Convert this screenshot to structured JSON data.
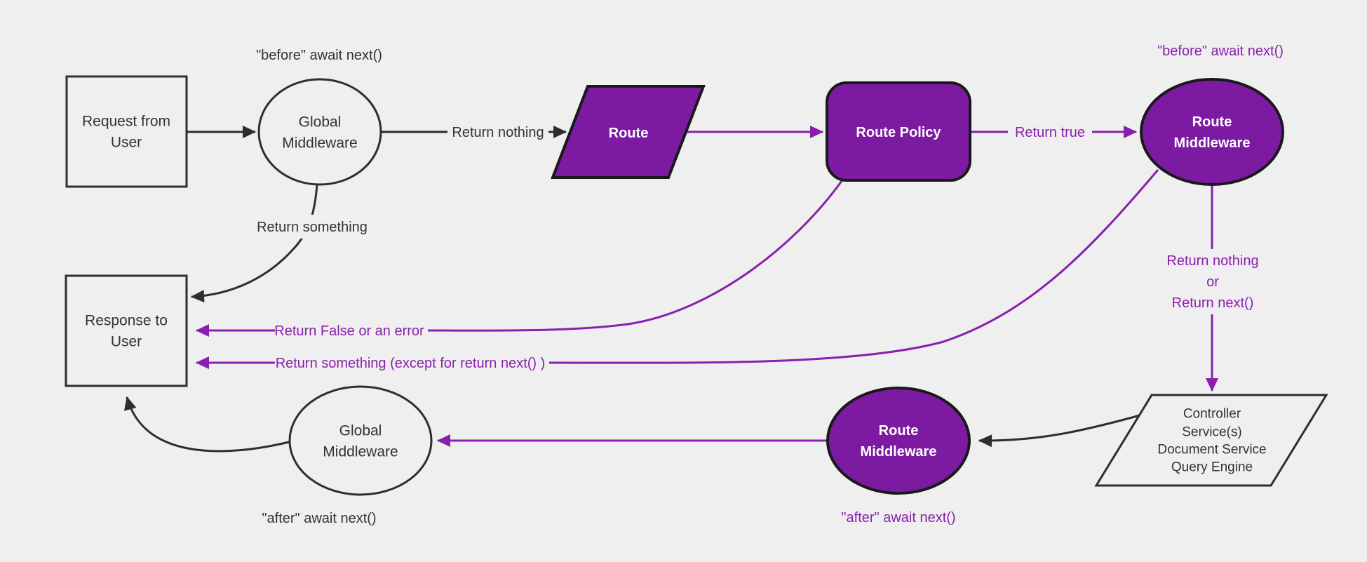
{
  "colors": {
    "background": "#efefef",
    "ink": "#2e2e2e",
    "ink_dark": "#191919",
    "text_dark": "#333333",
    "purple_fill": "#7d1aa2",
    "purple_line": "#8a1fae",
    "white_text": "#ffffff"
  },
  "nodes": {
    "request": {
      "lines": [
        "Request from",
        "User"
      ]
    },
    "global_middleware_top": {
      "lines": [
        "Global",
        "Middleware"
      ]
    },
    "route": {
      "label": "Route"
    },
    "route_policy": {
      "label": "Route Policy"
    },
    "route_middleware_top": {
      "lines": [
        "Route",
        "Middleware"
      ]
    },
    "controller_stack": {
      "lines": [
        "Controller",
        "Service(s)",
        "Document Service",
        "Query Engine"
      ]
    },
    "route_middleware_bottom": {
      "lines": [
        "Route",
        "Middleware"
      ]
    },
    "global_middleware_bottom": {
      "lines": [
        "Global",
        "Middleware"
      ]
    },
    "response": {
      "lines": [
        "Response to",
        "User"
      ]
    }
  },
  "labels": {
    "before_await_global": "\"before\" await next()",
    "before_await_route": "\"before\" await next()",
    "after_await_route": "\"after\" await next()",
    "after_await_global": "\"after\" await next()",
    "return_nothing": "Return nothing",
    "return_true": "Return true",
    "return_something": "Return something",
    "return_nothing_or_next": {
      "lines": [
        "Return nothing",
        "or",
        "Return next()"
      ]
    },
    "return_false_or_error": "Return False or an error",
    "return_something_except": "Return something (except for return next() )"
  }
}
